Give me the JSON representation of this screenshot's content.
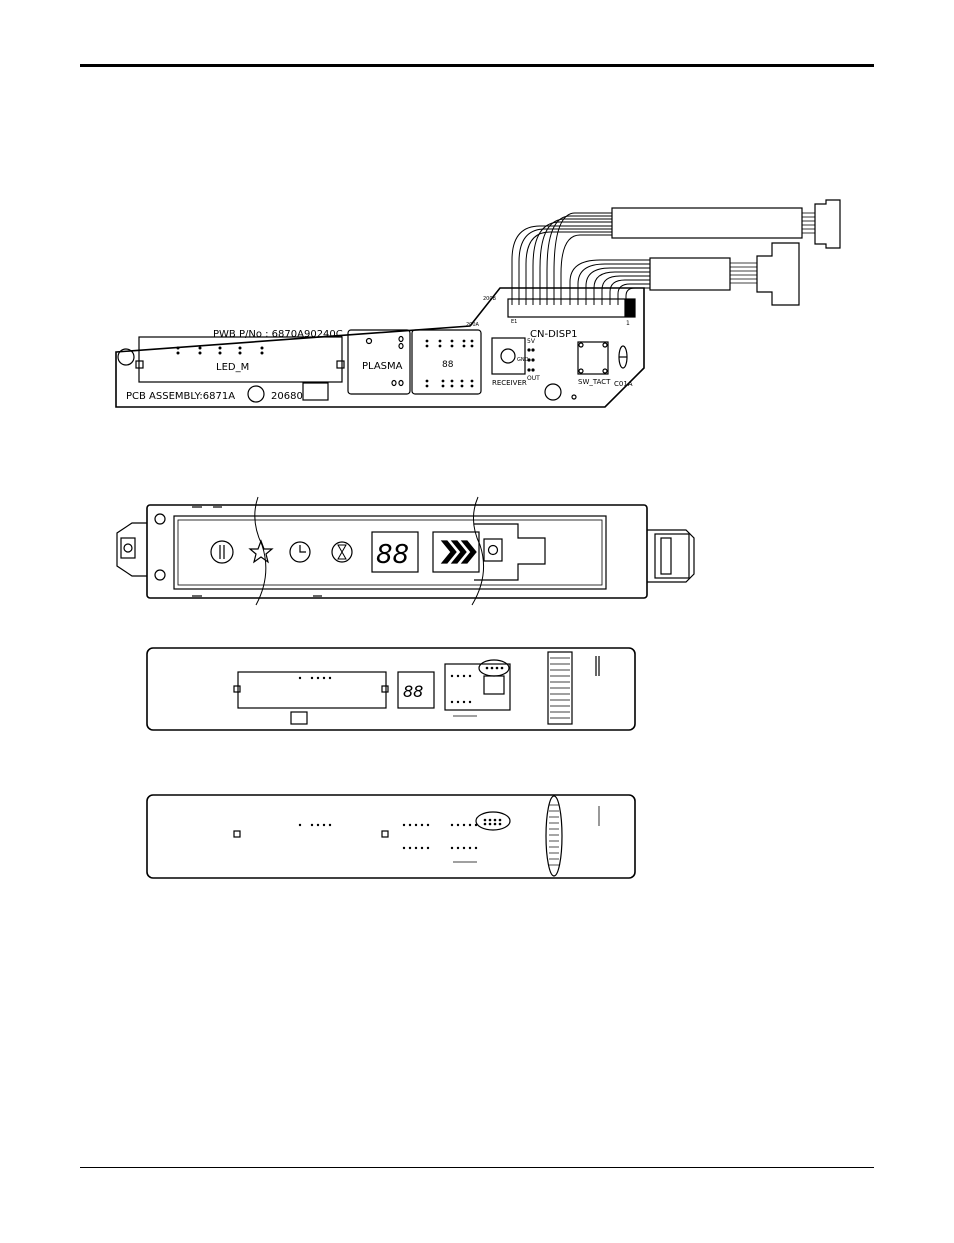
{
  "pcb_top": {
    "pwb_label": "PWB P/No : 6870A90240C",
    "led_label": "LED_M",
    "plasma_label": "PLASMA",
    "digits_label": "88",
    "tag_200b": "200B",
    "tag_200a": "200A",
    "tag_e1": "E1",
    "connector_label": "CN-DISP1",
    "voltage_5v": "5V",
    "gnd_label": "GND",
    "out_label": "OUT",
    "receiver_label": "RECEIVER",
    "switch_label": "SW_TACT",
    "c01a_label": "C01A",
    "assembly_label": "PCB ASSEMBLY:6871A",
    "assembly_code": "20680",
    "pin_1": "1"
  },
  "front_panel": {
    "display_digits": "88"
  },
  "pcb_mid": {
    "digits_label": "88"
  }
}
